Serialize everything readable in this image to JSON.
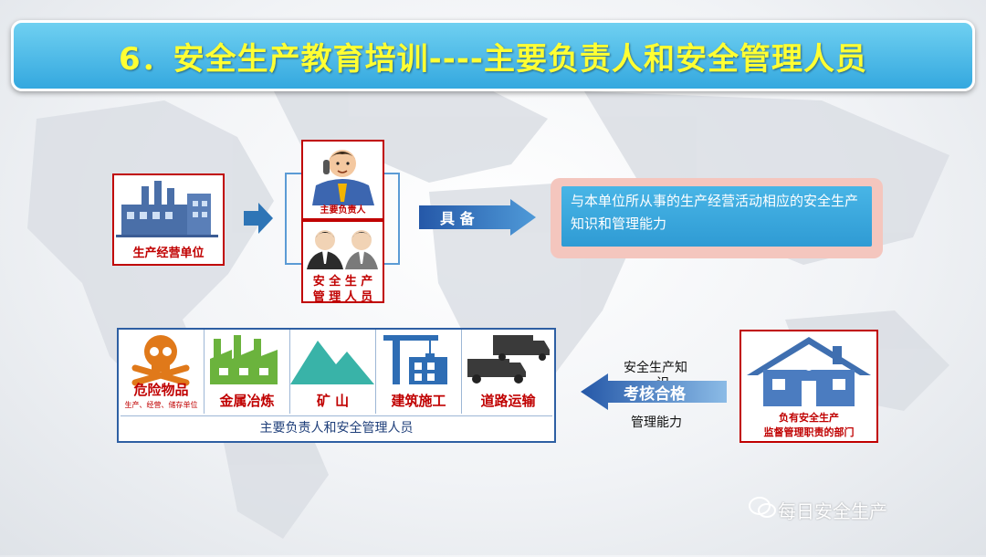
{
  "title": "6．安全生产教育培训----主要负责人和安全管理人员",
  "unit": {
    "label": "生产经营单位"
  },
  "principal": {
    "label": "主要负责人"
  },
  "safety_staff": {
    "label_line1": "安 全 生 产",
    "label_line2": "管 理 人 员"
  },
  "possess_arrow": {
    "label": "具  备"
  },
  "requirement": {
    "text": "与本单位所从事的生产经营活动相应的安全生产知识和管理能力"
  },
  "industries": {
    "items": [
      {
        "label": "危险物品",
        "sub": "生产、经营、储存单位",
        "icon": "skull-crossbones-icon"
      },
      {
        "label": "金属冶炼",
        "sub": "",
        "icon": "factory-icon"
      },
      {
        "label": "矿  山",
        "sub": "",
        "icon": "mountain-icon"
      },
      {
        "label": "建筑施工",
        "sub": "",
        "icon": "construction-crane-icon"
      },
      {
        "label": "道路运输",
        "sub": "",
        "icon": "truck-icon"
      }
    ],
    "footer": "主要负责人和安全管理人员"
  },
  "assessment": {
    "top": "安全生产知",
    "wrap": "识",
    "arrow_label": "考核合格",
    "bottom": "管理能力"
  },
  "department": {
    "line1": "负有安全生产",
    "line2": "监督管理职责的部门"
  },
  "watermark": "每日安全生产",
  "colors": {
    "accent_red": "#c00000",
    "arrow_blue": "#2e75b6",
    "title_yellow": "#ffff33"
  }
}
